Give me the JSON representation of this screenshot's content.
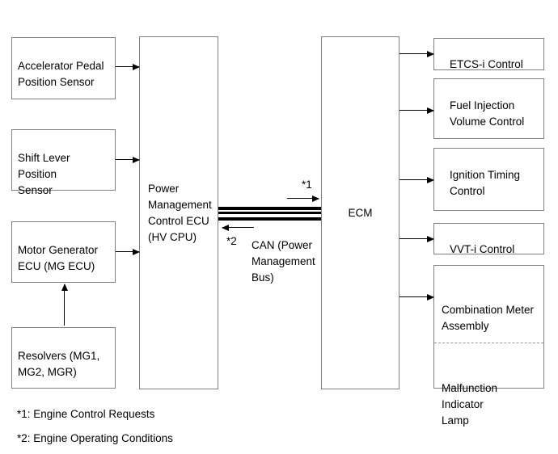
{
  "diagram": {
    "left_column": [
      {
        "label": "Accelerator Pedal\nPosition Sensor"
      },
      {
        "label": "Shift Lever Position\nSensor"
      },
      {
        "label": "Motor Generator\nECU (MG ECU)"
      },
      {
        "label": "Resolvers (MG1,\nMG2, MGR)"
      }
    ],
    "power_management_ecu": {
      "label": "Power\nManagement\nControl ECU\n(HV CPU)"
    },
    "ecm": {
      "label": "ECM"
    },
    "right_column": [
      {
        "label": "ETCS-i Control"
      },
      {
        "label": "Fuel Injection\nVolume Control"
      },
      {
        "label": "Ignition Timing\nControl"
      },
      {
        "label": "VVT-i Control"
      },
      {
        "label": "Combination Meter\nAssembly",
        "sublabel": "Malfunction Indicator\nLamp"
      }
    ],
    "can_bus": {
      "marker_top": "*1",
      "marker_bottom": "*2",
      "label": "CAN (Power\nManagement\nBus)"
    },
    "footnotes": [
      "*1: Engine Control Requests",
      "*2: Engine Operating Conditions"
    ],
    "colors": {
      "background": "#ffffff",
      "box_border": "#808080",
      "line": "#000000"
    }
  }
}
